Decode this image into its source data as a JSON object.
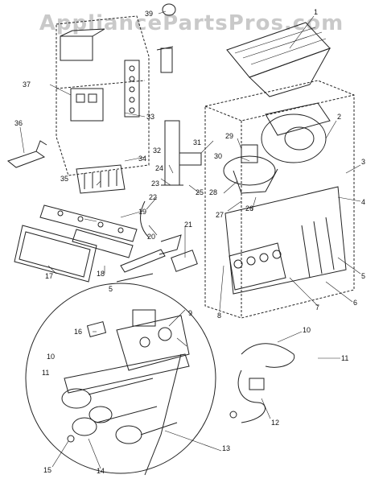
{
  "watermark": "AppliancePartsPros.com",
  "labels": [
    "1",
    "2",
    "3",
    "4",
    "5",
    "5",
    "6",
    "7",
    "8",
    "9",
    "10",
    "10",
    "11",
    "11",
    "12",
    "13",
    "14",
    "15",
    "16",
    "17",
    "18",
    "19",
    "20",
    "21",
    "22",
    "23",
    "24",
    "25",
    "26",
    "27",
    "28",
    "29",
    "30",
    "31",
    "32",
    "33",
    "34",
    "35",
    "36",
    "37",
    "39"
  ]
}
